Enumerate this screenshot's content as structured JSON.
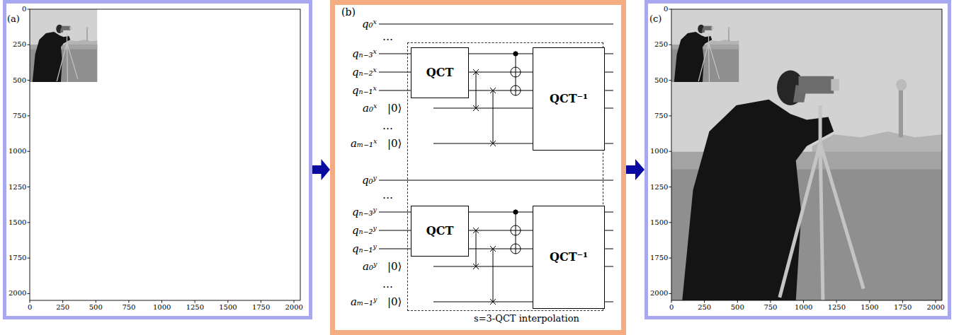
{
  "diagram": {
    "nodes": [
      {
        "text": [
          "(a)"
        ]
      },
      {
        "text": [
          "(b)"
        ]
      },
      {
        "text": [
          "s=3-QCT interpolation"
        ],
        "in": 1
      },
      {
        "text": [
          "QCT"
        ],
        "in": 2
      },
      {
        "text": [
          "QCT⁻¹"
        ],
        "in": 2
      },
      {
        "text": [
          "QCT"
        ],
        "in": 2
      },
      {
        "text": [
          "QCT⁻¹"
        ],
        "in": 2
      },
      {
        "text": [
          "(c)"
        ]
      }
    ],
    "edges": [
      {
        "from": 0,
        "to": 1,
        "arrow": "to"
      },
      {
        "from": 1,
        "to": 7,
        "arrow": "to"
      }
    ],
    "labels": [
      "0",
      "250",
      "500",
      "750",
      "1000",
      "1250",
      "1500",
      "1750",
      "2000",
      "0",
      "250",
      "500",
      "750",
      "1000",
      "1250",
      "1500",
      "1750",
      "2000",
      "q₀ˣ",
      "…",
      "qₙ₋₃ˣ",
      "qₙ₋₂ˣ",
      "qₙ₋₁ˣ",
      "a₀ˣ",
      "|0⟩",
      "…",
      "aₘ₋₁ˣ",
      "|0⟩",
      "q₀ʸ",
      "…",
      "qₙ₋₃ʸ",
      "qₙ₋₂ʸ",
      "qₙ₋₁ʸ",
      "a₀ʸ",
      "|0⟩",
      "…",
      "aₘ₋₁ʸ",
      "|0⟩",
      "0",
      "250",
      "500",
      "750",
      "1000",
      "1250",
      "1500",
      "1750",
      "2000",
      "0",
      "250",
      "500",
      "750",
      "1000",
      "1250",
      "1500",
      "1750",
      "2000"
    ]
  }
}
